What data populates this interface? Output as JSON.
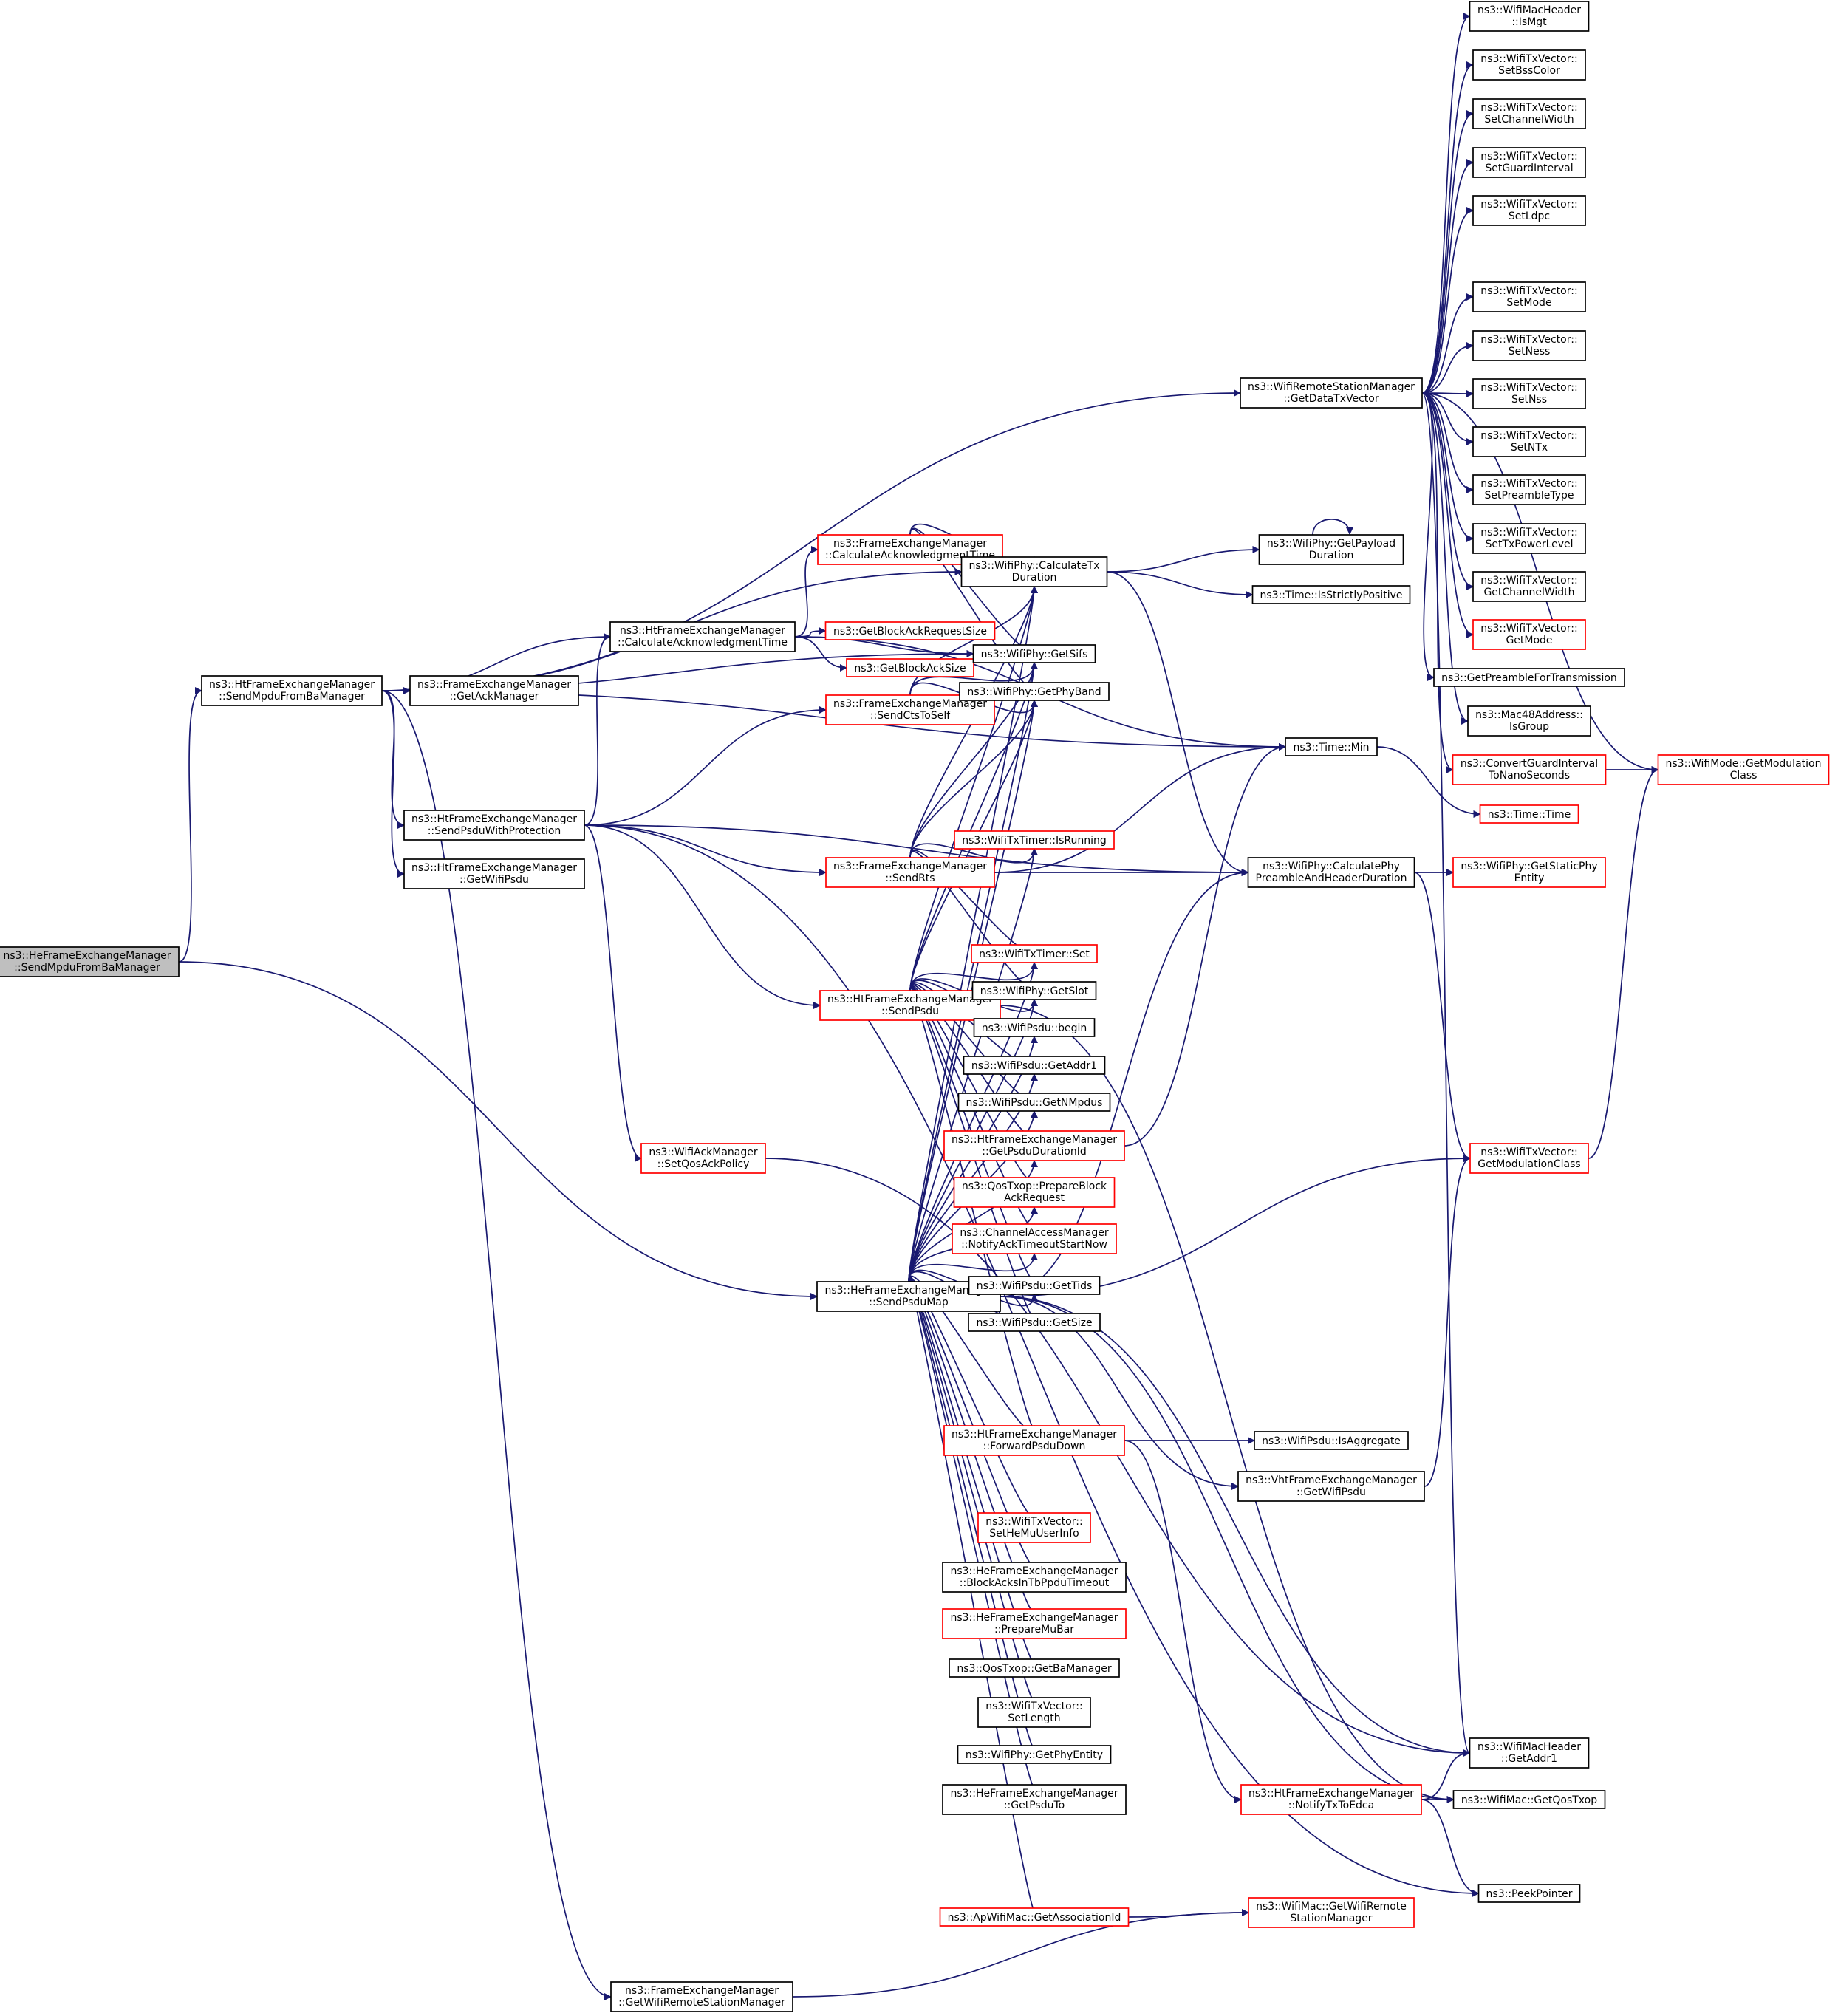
{
  "colors": {
    "edge": "#191970",
    "node_border_black": "#000000",
    "node_border_red": "#ff0000",
    "root_fill": "#bfbfbf",
    "node_fill": "#ffffff"
  },
  "nodes": [
    {
      "id": "root",
      "lines": [
        "ns3::HeFrameExchangeManager",
        "::SendMpduFromBaManager"
      ],
      "style": "root"
    },
    {
      "id": "ht_sendmpdu",
      "lines": [
        "ns3::HtFrameExchangeManager",
        "::SendMpduFromBaManager"
      ],
      "style": "black"
    },
    {
      "id": "he_sendpsdumap",
      "lines": [
        "ns3::HeFrameExchangeManager",
        "::SendPsduMap"
      ],
      "style": "black"
    },
    {
      "id": "fem_getwifirsm",
      "lines": [
        "ns3::FrameExchangeManager",
        "::GetWifiRemoteStationManager"
      ],
      "style": "black"
    },
    {
      "id": "fem_getackmgr",
      "lines": [
        "ns3::FrameExchangeManager",
        "::GetAckManager"
      ],
      "style": "black"
    },
    {
      "id": "ht_sendpsduwp",
      "lines": [
        "ns3::HtFrameExchangeManager",
        "::SendPsduWithProtection"
      ],
      "style": "black"
    },
    {
      "id": "ht_getwifipsdu",
      "lines": [
        "ns3::HtFrameExchangeManager",
        "::GetWifiPsdu"
      ],
      "style": "black"
    },
    {
      "id": "ht_calcack",
      "lines": [
        "ns3::HtFrameExchangeManager",
        "::CalculateAcknowledgmentTime"
      ],
      "style": "black"
    },
    {
      "id": "ackmgr_setqos",
      "lines": [
        "ns3::WifiAckManager",
        "::SetQosAckPolicy"
      ],
      "style": "red"
    },
    {
      "id": "fem_calcack",
      "lines": [
        "ns3::FrameExchangeManager",
        "::CalculateAcknowledgmentTime"
      ],
      "style": "red"
    },
    {
      "id": "getbarsize",
      "lines": [
        "ns3::GetBlockAckRequestSize"
      ],
      "style": "red"
    },
    {
      "id": "getbasize",
      "lines": [
        "ns3::GetBlockAckSize"
      ],
      "style": "red"
    },
    {
      "id": "fem_sendcts",
      "lines": [
        "ns3::FrameExchangeManager",
        "::SendCtsToSelf"
      ],
      "style": "red"
    },
    {
      "id": "fem_sendrts",
      "lines": [
        "ns3::FrameExchangeManager",
        "::SendRts"
      ],
      "style": "red"
    },
    {
      "id": "ht_sendpsdu",
      "lines": [
        "ns3::HtFrameExchangeManager",
        "::SendPsdu"
      ],
      "style": "red"
    },
    {
      "id": "phy_calctx",
      "lines": [
        "ns3::WifiPhy::CalculateTx",
        "Duration"
      ],
      "style": "black"
    },
    {
      "id": "phy_getsifs",
      "lines": [
        "ns3::WifiPhy::GetSifs"
      ],
      "style": "black"
    },
    {
      "id": "phy_getphyband",
      "lines": [
        "ns3::WifiPhy::GetPhyBand"
      ],
      "style": "black"
    },
    {
      "id": "txtimer_isrunning",
      "lines": [
        "ns3::WifiTxTimer::IsRunning"
      ],
      "style": "red"
    },
    {
      "id": "txtimer_set",
      "lines": [
        "ns3::WifiTxTimer::Set"
      ],
      "style": "red"
    },
    {
      "id": "phy_getslot",
      "lines": [
        "ns3::WifiPhy::GetSlot"
      ],
      "style": "black"
    },
    {
      "id": "psdu_begin",
      "lines": [
        "ns3::WifiPsdu::begin"
      ],
      "style": "black"
    },
    {
      "id": "psdu_getaddr1",
      "lines": [
        "ns3::WifiPsdu::GetAddr1"
      ],
      "style": "black"
    },
    {
      "id": "psdu_getnmpdus",
      "lines": [
        "ns3::WifiPsdu::GetNMpdus"
      ],
      "style": "black"
    },
    {
      "id": "ht_getpsdudur",
      "lines": [
        "ns3::HtFrameExchangeManager",
        "::GetPsduDurationId"
      ],
      "style": "red"
    },
    {
      "id": "qostxop_prepbar",
      "lines": [
        "ns3::QosTxop::PrepareBlock",
        "AckRequest"
      ],
      "style": "red"
    },
    {
      "id": "cam_notifyack",
      "lines": [
        "ns3::ChannelAccessManager",
        "::NotifyAckTimeoutStartNow"
      ],
      "style": "red"
    },
    {
      "id": "psdu_gettids",
      "lines": [
        "ns3::WifiPsdu::GetTids"
      ],
      "style": "black"
    },
    {
      "id": "psdu_getsize",
      "lines": [
        "ns3::WifiPsdu::GetSize"
      ],
      "style": "black"
    },
    {
      "id": "ht_forwardpsdu",
      "lines": [
        "ns3::HtFrameExchangeManager",
        "::ForwardPsduDown"
      ],
      "style": "red"
    },
    {
      "id": "txv_sethemu",
      "lines": [
        "ns3::WifiTxVector::",
        "SetHeMuUserInfo"
      ],
      "style": "red"
    },
    {
      "id": "he_blockacks",
      "lines": [
        "ns3::HeFrameExchangeManager",
        "::BlockAcksInTbPpduTimeout"
      ],
      "style": "black"
    },
    {
      "id": "he_preparemubar",
      "lines": [
        "ns3::HeFrameExchangeManager",
        "::PrepareMuBar"
      ],
      "style": "red"
    },
    {
      "id": "qostxop_getbam",
      "lines": [
        "ns3::QosTxop::GetBaManager"
      ],
      "style": "black"
    },
    {
      "id": "txv_setlength",
      "lines": [
        "ns3::WifiTxVector::",
        "SetLength"
      ],
      "style": "black"
    },
    {
      "id": "phy_getphyentity",
      "lines": [
        "ns3::WifiPhy::GetPhyEntity"
      ],
      "style": "black"
    },
    {
      "id": "he_getpsduto",
      "lines": [
        "ns3::HeFrameExchangeManager",
        "::GetPsduTo"
      ],
      "style": "black"
    },
    {
      "id": "apmac_getaid",
      "lines": [
        "ns3::ApWifiMac::GetAssociationId"
      ],
      "style": "red"
    },
    {
      "id": "rsm_getdatatxv",
      "lines": [
        "ns3::WifiRemoteStationManager",
        "::GetDataTxVector"
      ],
      "style": "black"
    },
    {
      "id": "phy_getpayload",
      "lines": [
        "ns3::WifiPhy::GetPayload",
        "Duration"
      ],
      "style": "black"
    },
    {
      "id": "time_isstrictly",
      "lines": [
        "ns3::Time::IsStrictlyPositive"
      ],
      "style": "black"
    },
    {
      "id": "time_min",
      "lines": [
        "ns3::Time::Min"
      ],
      "style": "black"
    },
    {
      "id": "phy_calcpreamble",
      "lines": [
        "ns3::WifiPhy::CalculatePhy",
        "PreambleAndHeaderDuration"
      ],
      "style": "black"
    },
    {
      "id": "psdu_isagg",
      "lines": [
        "ns3::WifiPsdu::IsAggregate"
      ],
      "style": "black"
    },
    {
      "id": "vht_getwifipsdu",
      "lines": [
        "ns3::VhtFrameExchangeManager",
        "::GetWifiPsdu"
      ],
      "style": "black"
    },
    {
      "id": "ht_notifytx",
      "lines": [
        "ns3::HtFrameExchangeManager",
        "::NotifyTxToEdca"
      ],
      "style": "red"
    },
    {
      "id": "mac_getwifirsm",
      "lines": [
        "ns3::WifiMac::GetWifiRemote",
        "StationManager"
      ],
      "style": "red"
    },
    {
      "id": "machdr_ismgt",
      "lines": [
        "ns3::WifiMacHeader",
        "::IsMgt"
      ],
      "style": "black"
    },
    {
      "id": "txv_setbss",
      "lines": [
        "ns3::WifiTxVector::",
        "SetBssColor"
      ],
      "style": "black"
    },
    {
      "id": "txv_setchw",
      "lines": [
        "ns3::WifiTxVector::",
        "SetChannelWidth"
      ],
      "style": "black"
    },
    {
      "id": "txv_setgi",
      "lines": [
        "ns3::WifiTxVector::",
        "SetGuardInterval"
      ],
      "style": "black"
    },
    {
      "id": "txv_setldpc",
      "lines": [
        "ns3::WifiTxVector::",
        "SetLdpc"
      ],
      "style": "black"
    },
    {
      "id": "txv_setmode",
      "lines": [
        "ns3::WifiTxVector::",
        "SetMode"
      ],
      "style": "black"
    },
    {
      "id": "txv_setness",
      "lines": [
        "ns3::WifiTxVector::",
        "SetNess"
      ],
      "style": "black"
    },
    {
      "id": "txv_setnss",
      "lines": [
        "ns3::WifiTxVector::",
        "SetNss"
      ],
      "style": "black"
    },
    {
      "id": "txv_setntx",
      "lines": [
        "ns3::WifiTxVector::",
        "SetNTx"
      ],
      "style": "black"
    },
    {
      "id": "txv_setpre",
      "lines": [
        "ns3::WifiTxVector::",
        "SetPreambleType"
      ],
      "style": "black"
    },
    {
      "id": "txv_settxpwr",
      "lines": [
        "ns3::WifiTxVector::",
        "SetTxPowerLevel"
      ],
      "style": "black"
    },
    {
      "id": "txv_getchw",
      "lines": [
        "ns3::WifiTxVector::",
        "GetChannelWidth"
      ],
      "style": "black"
    },
    {
      "id": "txv_getmode",
      "lines": [
        "ns3::WifiTxVector::",
        "GetMode"
      ],
      "style": "red"
    },
    {
      "id": "getpreamble",
      "lines": [
        "ns3::GetPreambleForTransmission"
      ],
      "style": "black"
    },
    {
      "id": "mac48_isgroup",
      "lines": [
        "ns3::Mac48Address::",
        "IsGroup"
      ],
      "style": "black"
    },
    {
      "id": "convertgi",
      "lines": [
        "ns3::ConvertGuardInterval",
        "ToNanoSeconds"
      ],
      "style": "red"
    },
    {
      "id": "time_time",
      "lines": [
        "ns3::Time::Time"
      ],
      "style": "red"
    },
    {
      "id": "phy_getstaticphy",
      "lines": [
        "ns3::WifiPhy::GetStaticPhy",
        "Entity"
      ],
      "style": "red"
    },
    {
      "id": "txv_getmodclass",
      "lines": [
        "ns3::WifiTxVector::",
        "GetModulationClass"
      ],
      "style": "red"
    },
    {
      "id": "machdr_getaddr1",
      "lines": [
        "ns3::WifiMacHeader",
        "::GetAddr1"
      ],
      "style": "black"
    },
    {
      "id": "mac_getqostxop",
      "lines": [
        "ns3::WifiMac::GetQosTxop"
      ],
      "style": "black"
    },
    {
      "id": "peekpointer",
      "lines": [
        "ns3::PeekPointer"
      ],
      "style": "black"
    },
    {
      "id": "mode_getmodclass",
      "lines": [
        "ns3::WifiMode::GetModulation",
        "Class"
      ],
      "style": "red"
    }
  ]
}
